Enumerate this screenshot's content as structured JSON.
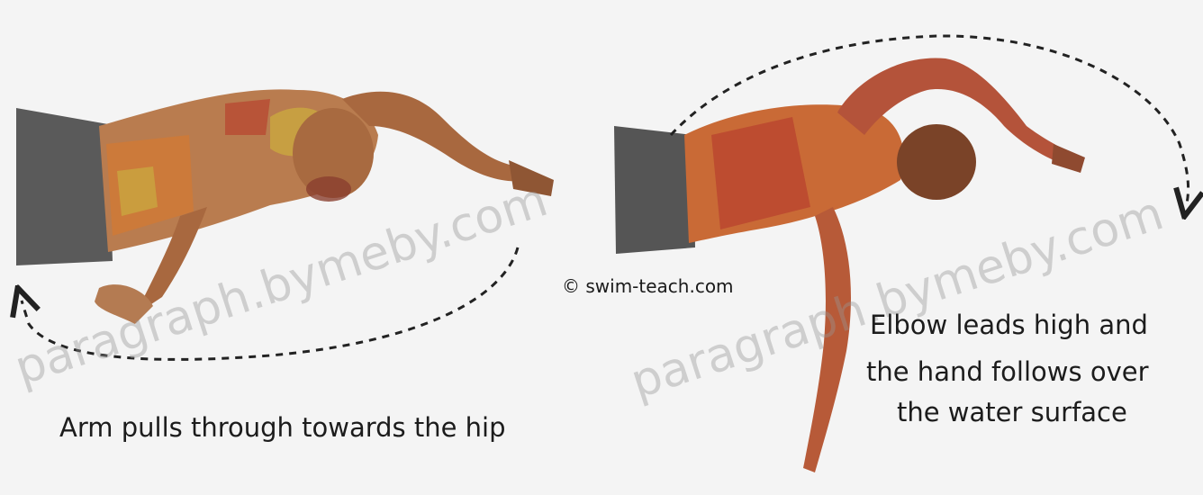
{
  "left_panel": {
    "caption": "Arm pulls through towards the hip"
  },
  "right_panel": {
    "caption_lines": [
      "Elbow leads high and",
      "the hand follows over",
      "the water surface"
    ]
  },
  "credit": "© swim-teach.com",
  "watermark": "paragraph.bymeby.com",
  "colors": {
    "background": "#f4f4f4",
    "skin": "#b87a4b",
    "skin_dark": "#8a5532",
    "muscle_orange": "#d0742f",
    "muscle_red": "#b8432f",
    "muscle_yellow": "#c9a640",
    "swimsuit": "#555555",
    "arrow": "#222222"
  }
}
